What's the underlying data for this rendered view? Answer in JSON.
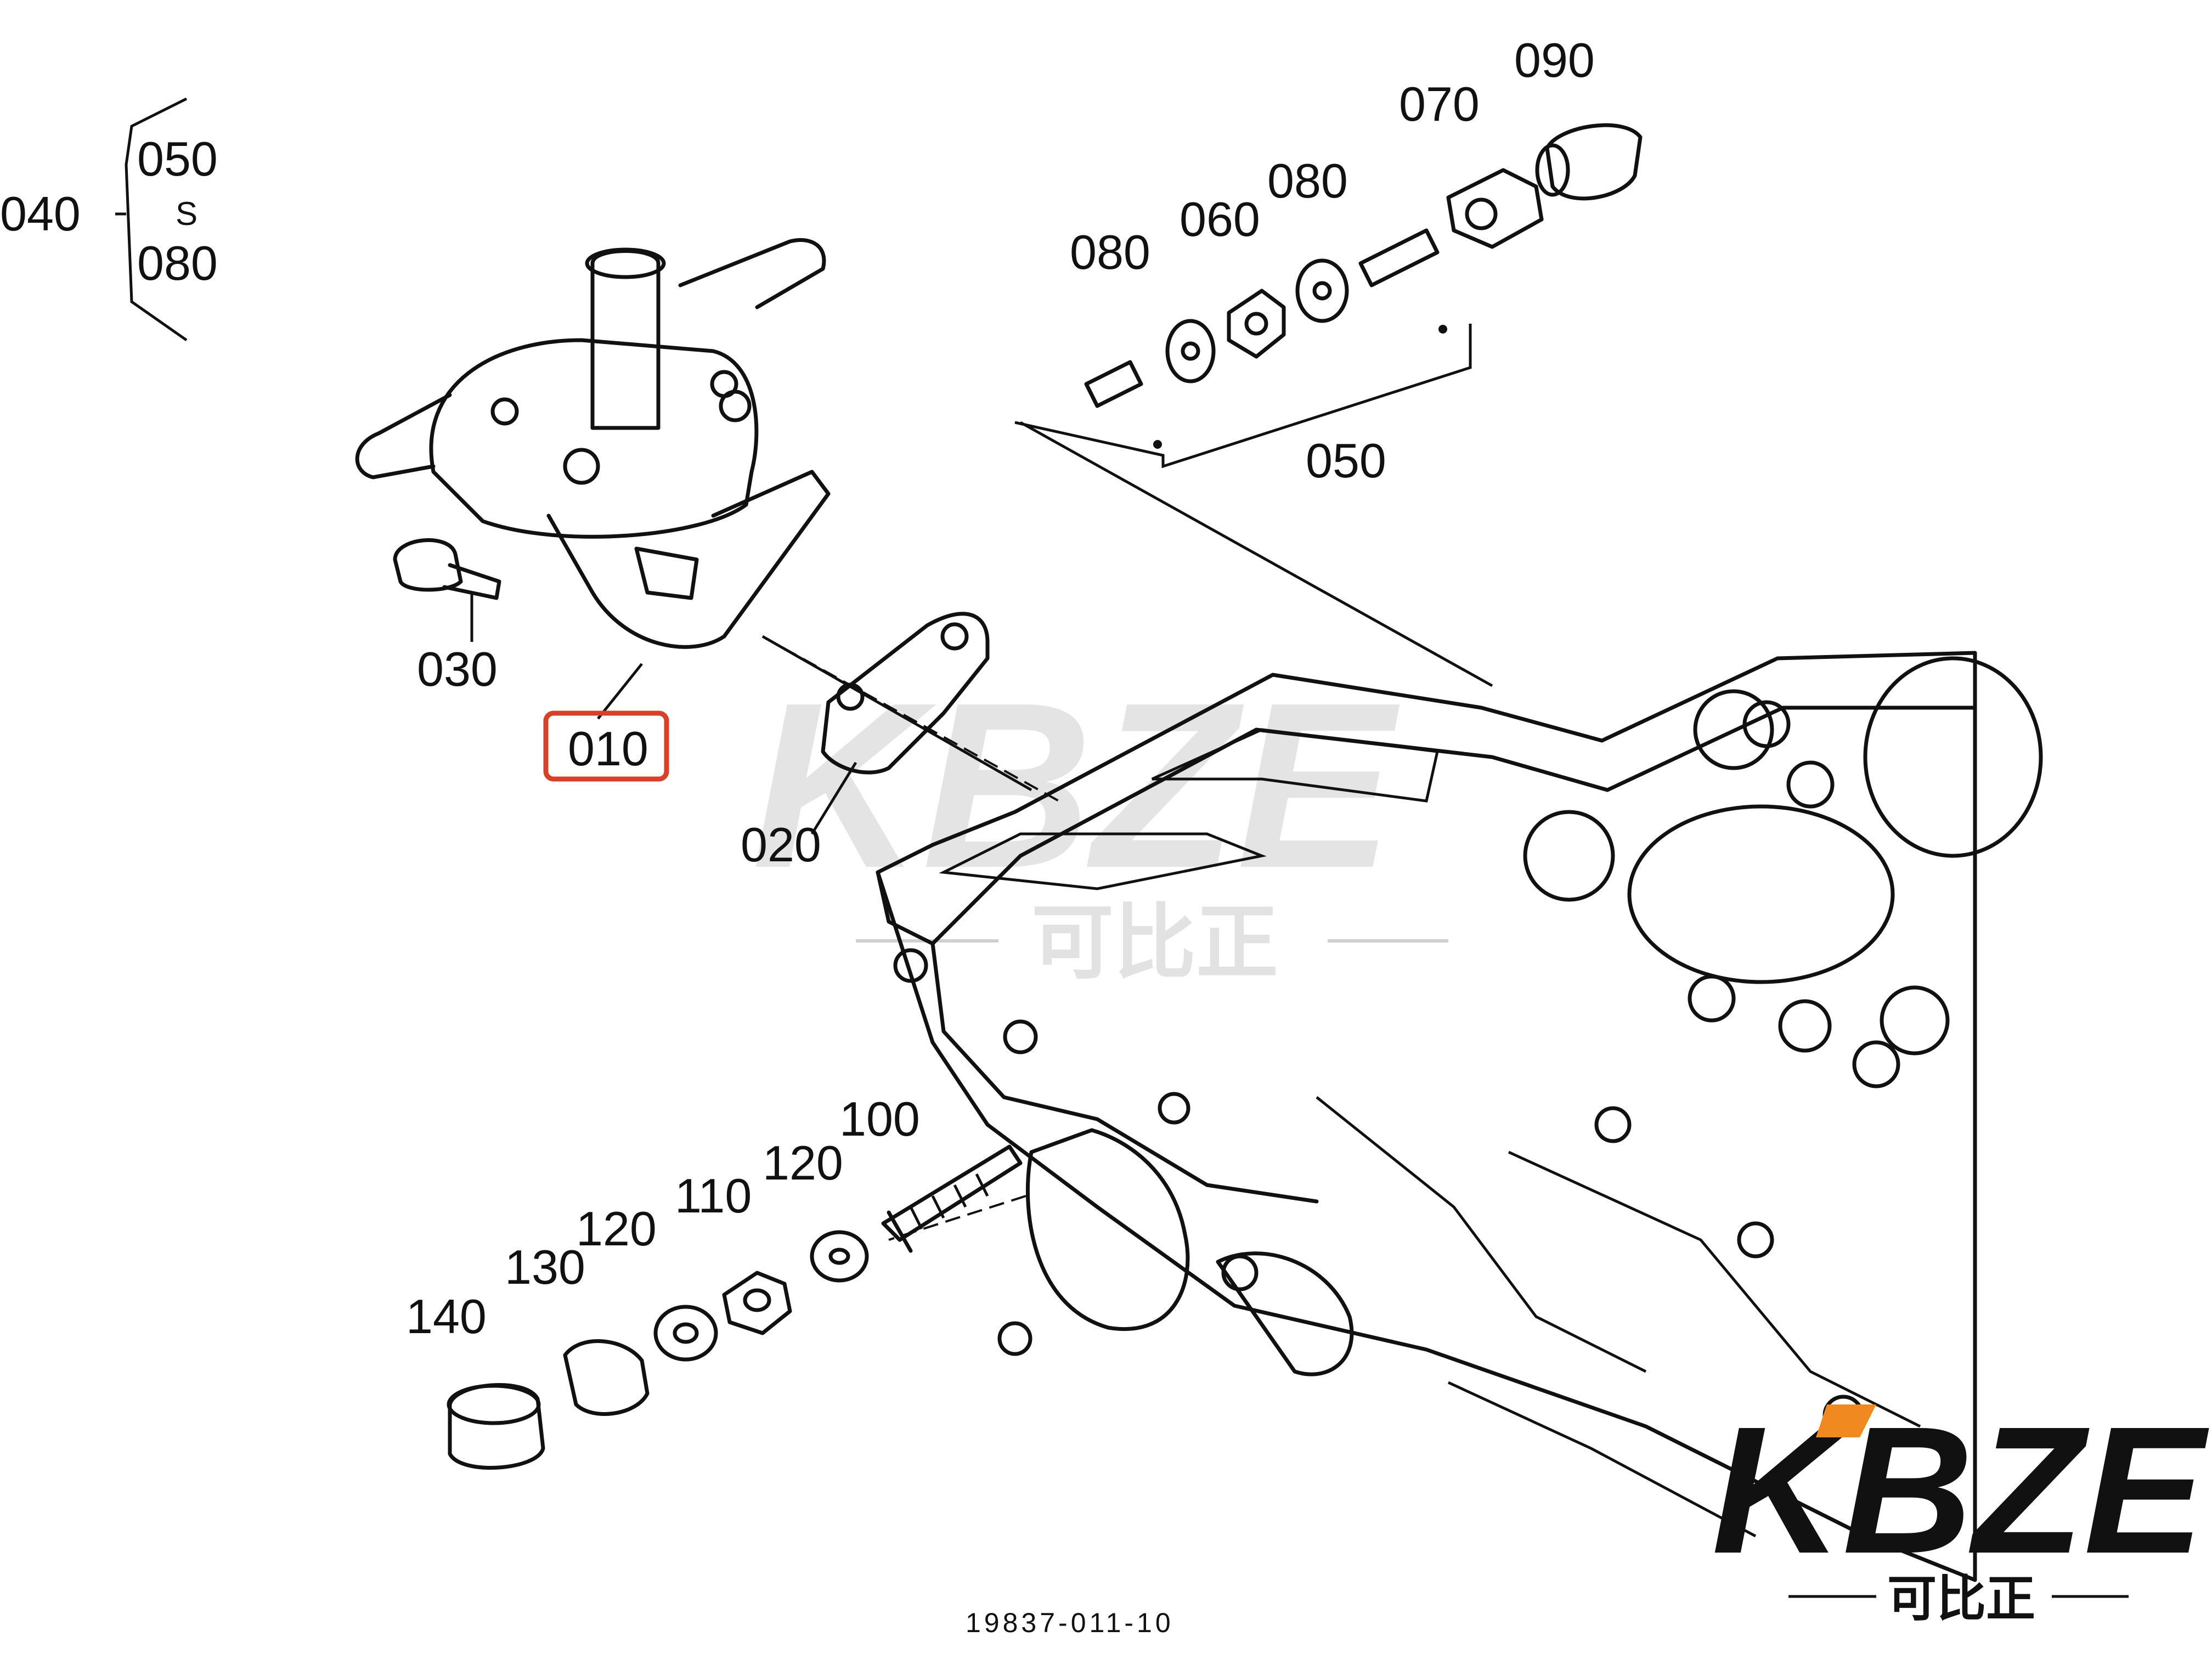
{
  "diagram": {
    "drawing_code": "19837-011-10",
    "highlighted_part": "010",
    "group_label": {
      "parent": "040",
      "top": "050",
      "range_mark": "S",
      "bottom": "080"
    },
    "callouts": [
      "010",
      "020",
      "030",
      "050",
      "060",
      "070",
      "080",
      "080",
      "090",
      "100",
      "110",
      "120",
      "120",
      "130",
      "140"
    ],
    "highlight_color": "#d9402a"
  },
  "watermark": {
    "brand": "KBZE",
    "brand_cn": "可比正",
    "accent_color": "#f0a050"
  },
  "logo": {
    "brand": "KBZE",
    "brand_cn": "可比正",
    "accent_color": "#f08a20"
  }
}
